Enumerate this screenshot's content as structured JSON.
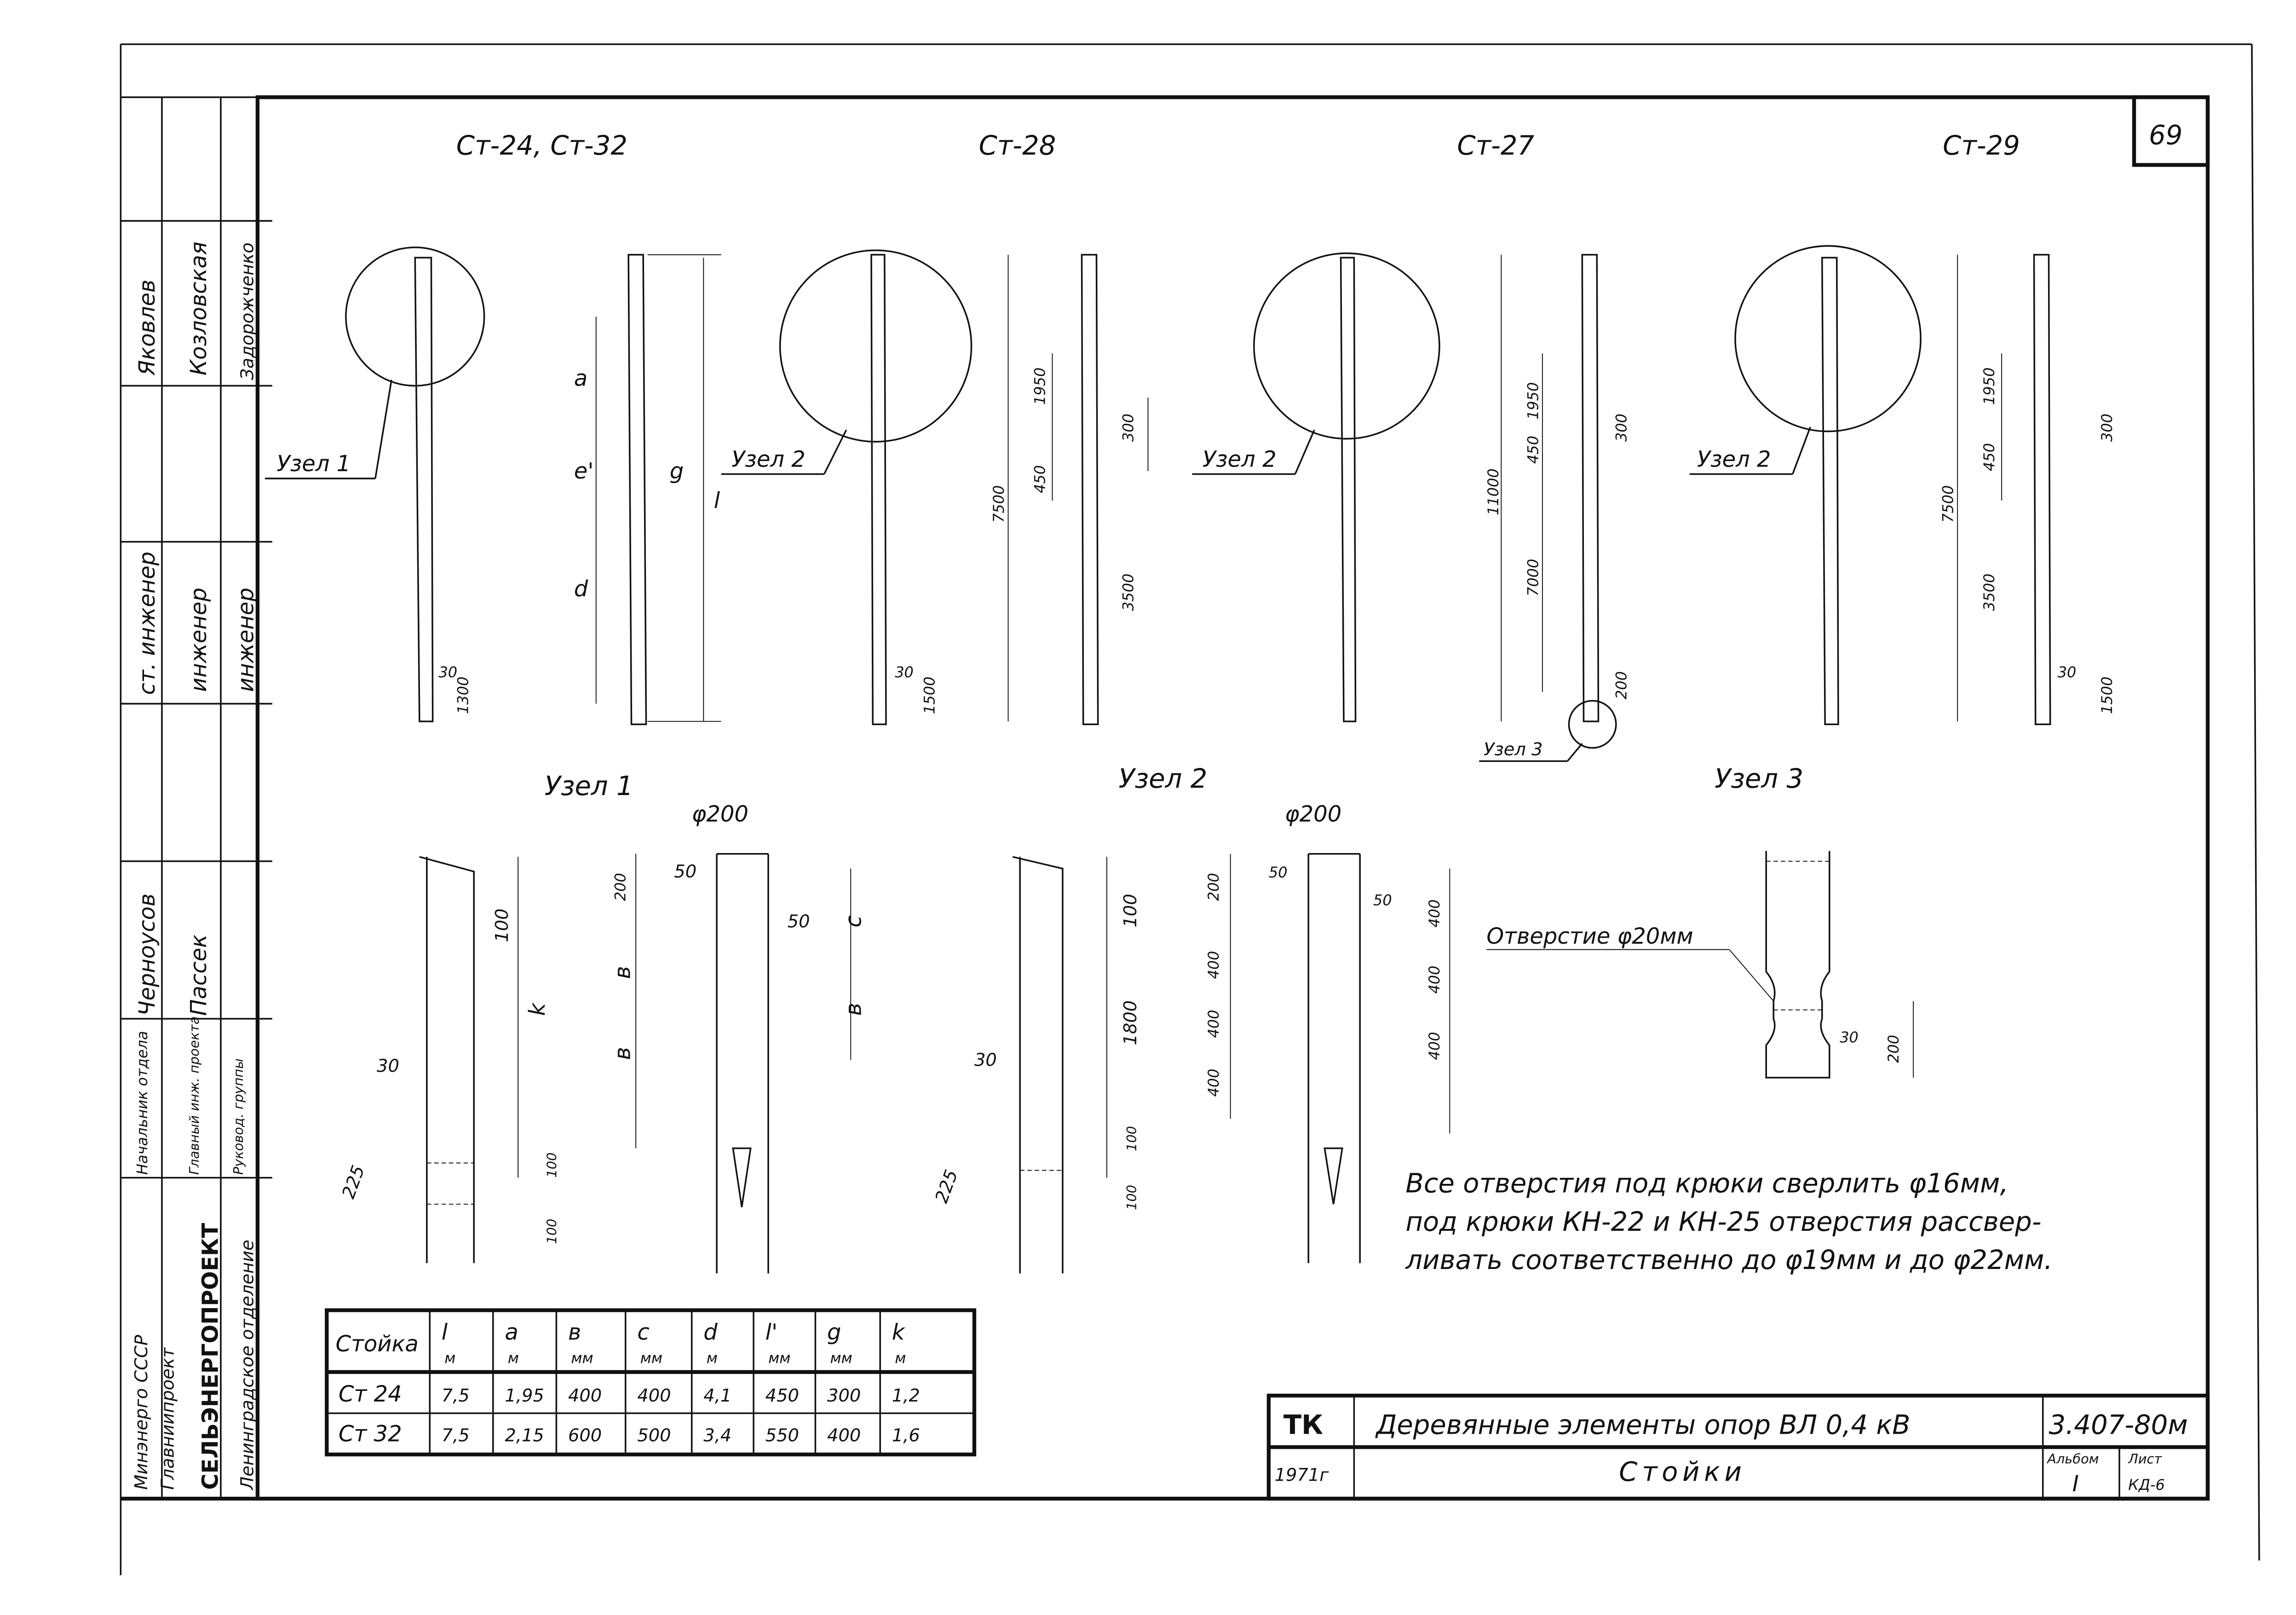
{
  "sheet_number": "69",
  "pole_titles": [
    "Ст-24, Ст-32",
    "Ст-28",
    "Ст-27",
    "Ст-29"
  ],
  "node_callouts": [
    "Узел 1",
    "Узел 2",
    "Узел 2",
    "Узел 2",
    "Узел 3"
  ],
  "pole_dimensions": {
    "st24": {
      "letters": [
        "a",
        "e'",
        "g",
        "l",
        "d"
      ],
      "bottom": [
        "30",
        "1300"
      ]
    },
    "st28": {
      "values": [
        "7500",
        "1950",
        "300",
        "450",
        "3500"
      ],
      "bottom": [
        "30",
        "1500"
      ]
    },
    "st27": {
      "values": [
        "11000",
        "1950",
        "450",
        "300",
        "7000",
        "200"
      ]
    },
    "st29": {
      "values": [
        "7500",
        "1950",
        "450",
        "300",
        "3500"
      ],
      "bottom": [
        "30",
        "1500"
      ]
    }
  },
  "details": {
    "node1": {
      "title": "Узел 1",
      "diameter": "φ200",
      "dims": [
        "100",
        "k",
        "30",
        "225",
        "100",
        "100",
        "200",
        "в",
        "в",
        "50",
        "50",
        "c",
        "в"
      ]
    },
    "node2": {
      "title": "Узел 2",
      "diameter": "φ200",
      "dims": [
        "100",
        "1800",
        "30",
        "225",
        "100",
        "100",
        "200",
        "400",
        "400",
        "400",
        "50",
        "50",
        "400",
        "400",
        "400"
      ]
    },
    "node3": {
      "title": "Узел 3",
      "hole_label": "Отверстие φ20мм",
      "dims": [
        "30",
        "200"
      ]
    }
  },
  "note": [
    "Все отверстия под крюки сверлить φ16мм,",
    "под крюки КН-22 и КН-25 отверстия рассвер-",
    "ливать соответственно до φ19мм и до φ22мм."
  ],
  "table": {
    "headers": [
      {
        "sym": "Стойка",
        "unit": ""
      },
      {
        "sym": "l",
        "unit": "м"
      },
      {
        "sym": "a",
        "unit": "м"
      },
      {
        "sym": "в",
        "unit": "мм"
      },
      {
        "sym": "c",
        "unit": "мм"
      },
      {
        "sym": "d",
        "unit": "м"
      },
      {
        "sym": "l'",
        "unit": "мм"
      },
      {
        "sym": "g",
        "unit": "мм"
      },
      {
        "sym": "k",
        "unit": "м"
      }
    ],
    "rows": [
      [
        "Ст 24",
        "7,5",
        "1,95",
        "400",
        "400",
        "4,1",
        "450",
        "300",
        "1,2"
      ],
      [
        "Ст 32",
        "7,5",
        "2,15",
        "600",
        "500",
        "3,4",
        "550",
        "400",
        "1,6"
      ]
    ]
  },
  "title_block": {
    "code": "ТК",
    "year": "1971г",
    "title": "Деревянные элементы опор ВЛ 0,4 кВ",
    "subtitle": "Стойки",
    "doc_number": "3.407-80м",
    "album_label": "Альбом",
    "album_value": "I",
    "sheet_label": "Лист",
    "sheet_value": "КД-6"
  },
  "stamp": {
    "organization": [
      "Минэнерго СССР",
      "Главниипроект",
      "СЕЛЬЭНЕРГОПРОЕКТ",
      "Ленинградское отделение"
    ],
    "roles": [
      "Начальник отдела",
      "Главный инж. проекта",
      "Руковод. группы"
    ],
    "names_col1": [
      "Черноусов",
      "ст. инженер",
      "Яковлев"
    ],
    "names_col2": [
      "Пассек",
      "инженер",
      "Козловская"
    ],
    "names_col3": [
      "инженер",
      "Задорожченко"
    ]
  }
}
